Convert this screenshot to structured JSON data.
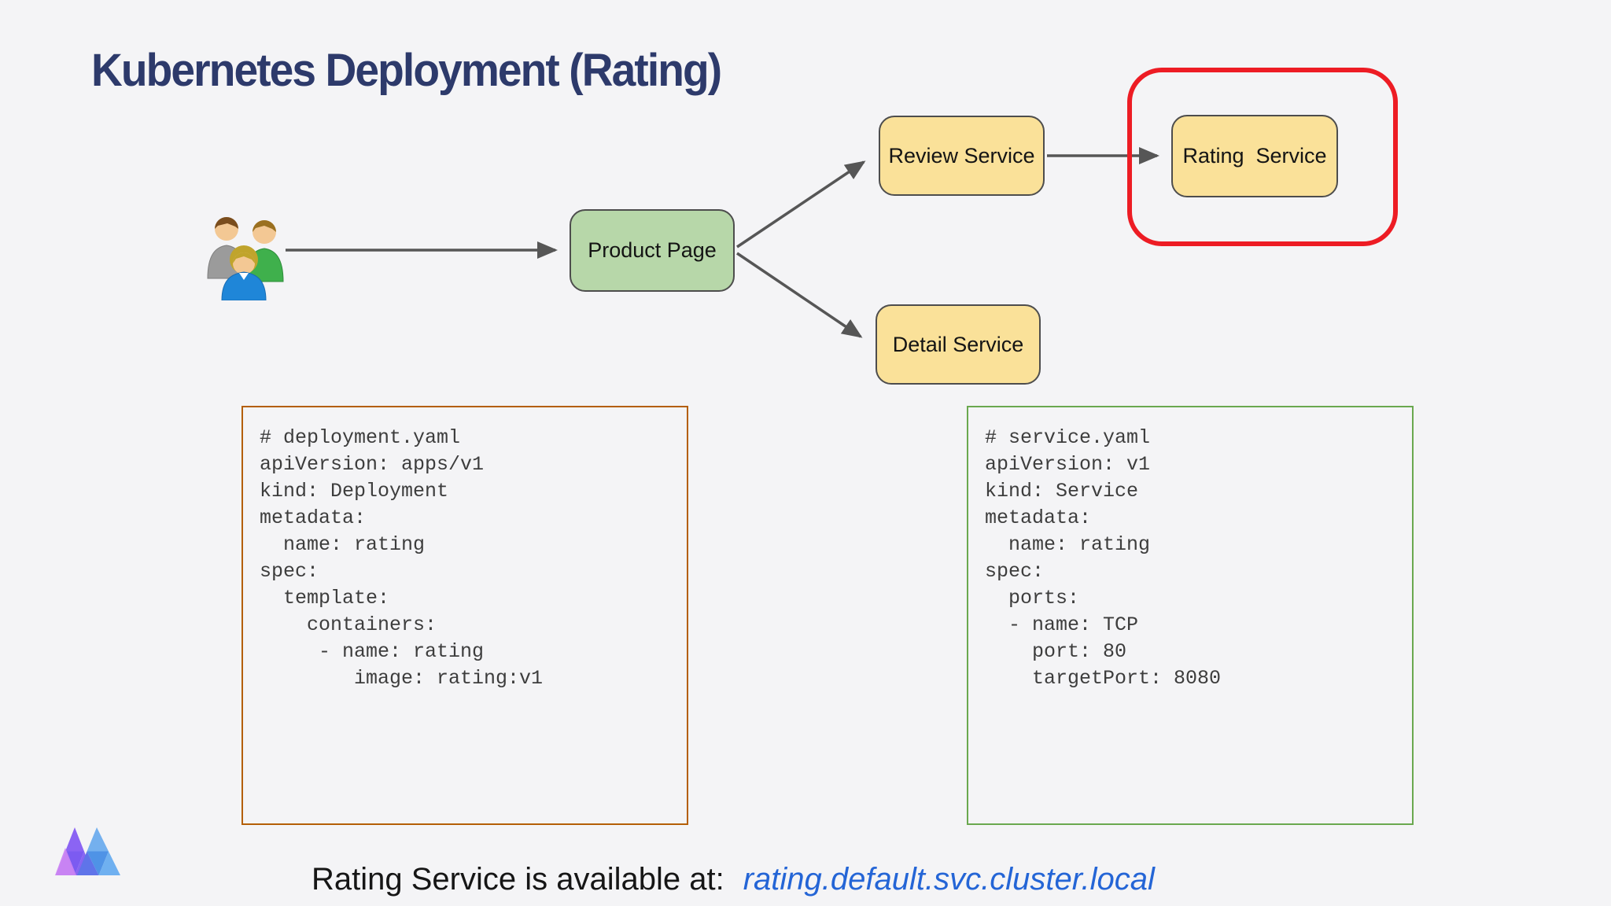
{
  "slide": {
    "title": "Kubernetes Deployment (Rating)",
    "title_color": "#2d3a6b",
    "background_color": "#f4f4f6"
  },
  "diagram": {
    "users_icon": "three-users-clipart",
    "arrow_color": "#565656",
    "highlight_ring_color": "#ed1c24",
    "nodes": [
      {
        "id": "product-page",
        "label": "Product Page",
        "fill": "#b7d7a9",
        "border": "#4d4d4d"
      },
      {
        "id": "review-service",
        "label": "Review Service",
        "fill": "#fae199",
        "border": "#4d4d4d"
      },
      {
        "id": "rating-service",
        "label": "Rating  Service",
        "fill": "#fae199",
        "border": "#4d4d4d",
        "highlighted": true
      },
      {
        "id": "detail-service",
        "label": "Detail Service",
        "fill": "#fae199",
        "border": "#4d4d4d"
      }
    ]
  },
  "code_blocks": [
    {
      "id": "deployment-yaml",
      "border_color": "#b45f06",
      "lines": [
        "# deployment.yaml",
        "apiVersion: apps/v1",
        "kind: Deployment",
        "metadata:",
        "  name: rating",
        "spec:",
        "  template:",
        "    containers:",
        "     - name: rating",
        "        image: rating:v1"
      ]
    },
    {
      "id": "service-yaml",
      "border_color": "#6aa84f",
      "lines": [
        "# service.yaml",
        "apiVersion: v1",
        "kind: Service",
        "metadata:",
        "  name: rating",
        "spec:",
        "  ports:",
        "  - name: TCP",
        "    port: 80",
        "    targetPort: 8080"
      ]
    }
  ],
  "caption": {
    "prefix": "Rating Service is available at:",
    "url": "rating.default.svc.cluster.local",
    "url_color": "#2465d6"
  },
  "logo": {
    "name": "triangle-m-logo"
  }
}
